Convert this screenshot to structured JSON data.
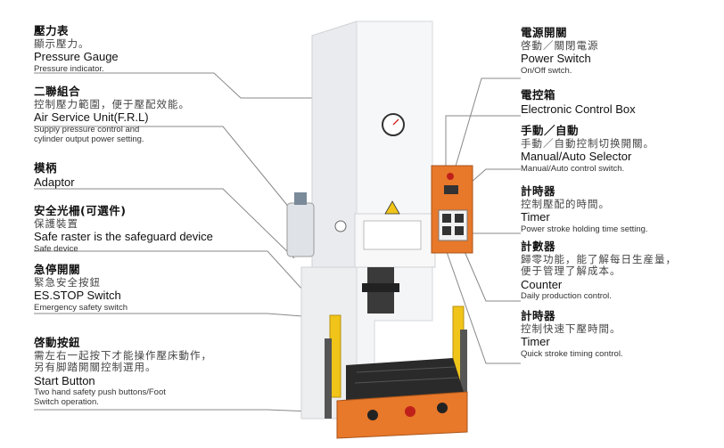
{
  "left_callouts": [
    {
      "cn_title": "壓力表",
      "cn_desc": "顯示壓力。",
      "en_title": "Pressure Gauge",
      "en_desc": "Pressure indicator."
    },
    {
      "cn_title": "二聯組合",
      "cn_desc": "控制壓力範圍，便于壓配效能。",
      "en_title": "Air Service Unit(F.R.L)",
      "en_desc": "Suppiy pressure control and",
      "en_desc2": "cylinder output power setting."
    },
    {
      "cn_title": "模柄",
      "en_title": "Adaptor"
    },
    {
      "cn_title": "安全光柵(可選件)",
      "cn_desc": "保護裝置",
      "en_title": "Safe raster is the safeguard device",
      "en_desc": "Safe device"
    },
    {
      "cn_title": "急停開關",
      "cn_desc": "緊急安全按鈕",
      "en_title": "ES.STOP Switch",
      "en_desc": "Emergency safety switch"
    },
    {
      "cn_title": "啓動按鈕",
      "cn_desc": "需左右一起按下才能操作壓床動作，",
      "cn_desc2": "另有脚踏開關控制選用。",
      "en_title": "Start Button",
      "en_desc": "Two hand safety push buttons/Foot",
      "en_desc2": "Switch operation."
    }
  ],
  "right_callouts": [
    {
      "cn_title": "電源開關",
      "cn_desc": "啓動／關閉電源",
      "en_title": "Power Switch",
      "en_desc": "On/Off swtch."
    },
    {
      "cn_title": "電控箱",
      "en_title": "Electronic Control Box"
    },
    {
      "cn_title": "手動／自動",
      "cn_desc": "手動／自動控制切换開關。",
      "en_title": "Manual/Auto Selector",
      "en_desc": "Manual/Auto control switch."
    },
    {
      "cn_title": "計時器",
      "cn_desc": "控制壓配的時間。",
      "en_title": "Timer",
      "en_desc": "Power stroke holding time setting."
    },
    {
      "cn_title": "計數器",
      "cn_desc": "歸零功能，能了解每日生産量，",
      "cn_desc2": "便于管理了解成本。",
      "en_title": "Counter",
      "en_desc": "Daily production control."
    },
    {
      "cn_title": "計時器",
      "cn_desc": "控制快速下壓時間。",
      "en_title": "Timer",
      "en_desc": "Quick stroke timing control."
    }
  ],
  "colors": {
    "machine_body": "#f2f3f5",
    "control_box": "#e8782a",
    "guard_yellow": "#f0c419",
    "table": "#2a2a2a",
    "leader": "#888888"
  }
}
